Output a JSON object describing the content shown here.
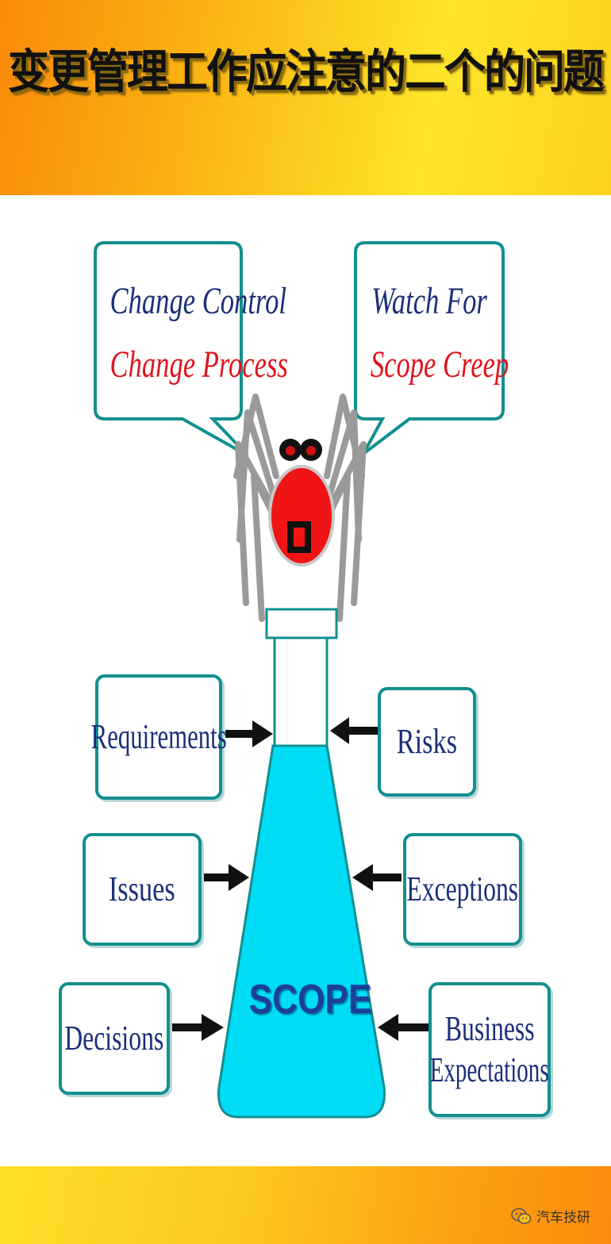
{
  "title": "变更管理工作应注意的二个的问题",
  "bubbles": {
    "left": {
      "line1": "Change Control",
      "line2": "Change Process"
    },
    "right": {
      "line1": "Watch For",
      "line2": "Scope Creep"
    }
  },
  "flask": {
    "label": "SCOPE"
  },
  "inputs": {
    "requirements": "Requirements",
    "risks": "Risks",
    "issues": "Issues",
    "exceptions": "Exceptions",
    "decisions": "Decisions",
    "business": {
      "line1": "Business",
      "line2": "Expectations"
    }
  },
  "watermark": {
    "text": "汽车技研"
  },
  "colors": {
    "box_border": "#138f8f",
    "box_text": "#1a2f7a",
    "highlight_text": "#e0141e",
    "liquid": "#00dcf5",
    "spider_body": "#f01414",
    "spider_legs": "#9a9a9a"
  }
}
